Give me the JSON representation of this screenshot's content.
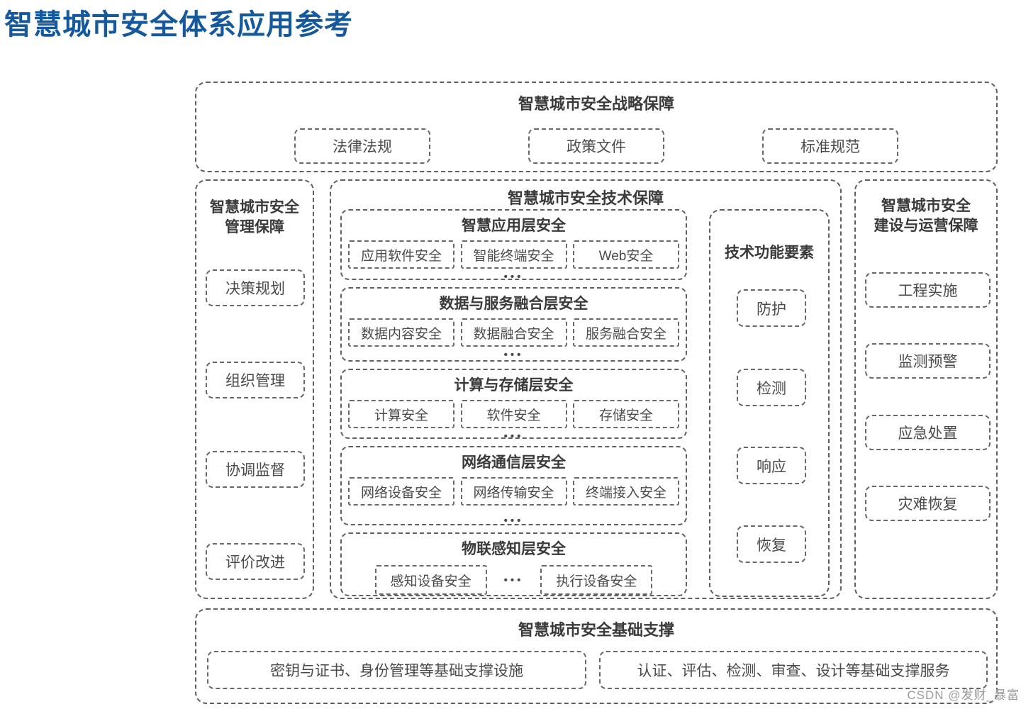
{
  "page": {
    "title": "智慧城市安全体系应用参考",
    "watermark": "CSDN @发财_暴富"
  },
  "colors": {
    "title_blue": "#15599c",
    "diagram_border": "#5f5f5f",
    "diagram_text": "#3c3c3c",
    "watermark_gray": "#9b9ba0"
  },
  "strategy": {
    "title": "智慧城市安全战略保障",
    "items": [
      "法律法规",
      "政策文件",
      "标准规范"
    ]
  },
  "management": {
    "title_line1": "智慧城市安全",
    "title_line2": "管理保障",
    "items": [
      "决策规划",
      "组织管理",
      "协调监督",
      "评价改进"
    ]
  },
  "tech": {
    "title": "智慧城市安全技术保障",
    "layers": [
      {
        "title": "智慧应用层安全",
        "items": [
          "应用软件安全",
          "智能终端安全",
          "Web安全"
        ],
        "ellipsis": "•••"
      },
      {
        "title": "数据与服务融合层安全",
        "items": [
          "数据内容安全",
          "数据融合安全",
          "服务融合安全"
        ],
        "ellipsis": "•••"
      },
      {
        "title": "计算与存储层安全",
        "items": [
          "计算安全",
          "软件安全",
          "存储安全"
        ],
        "ellipsis": "•••"
      },
      {
        "title": "网络通信层安全",
        "items": [
          "网络设备安全",
          "网络传输安全",
          "终端接入安全"
        ],
        "ellipsis": "•••"
      },
      {
        "title": "物联感知层安全",
        "items": [
          "感知设备安全",
          "执行设备安全"
        ],
        "ellipsis": "•••"
      }
    ],
    "functions": {
      "title": "技术功能要素",
      "items": [
        "防护",
        "检测",
        "响应",
        "恢复"
      ]
    }
  },
  "construction": {
    "title_line1": "智慧城市安全",
    "title_line2": "建设与运营保障",
    "items": [
      "工程实施",
      "监测预警",
      "应急处置",
      "灾难恢复"
    ]
  },
  "support": {
    "title": "智慧城市安全基础支撑",
    "items": [
      "密钥与证书、身份管理等基础支撑设施",
      "认证、评估、检测、审查、设计等基础支撑服务"
    ]
  }
}
